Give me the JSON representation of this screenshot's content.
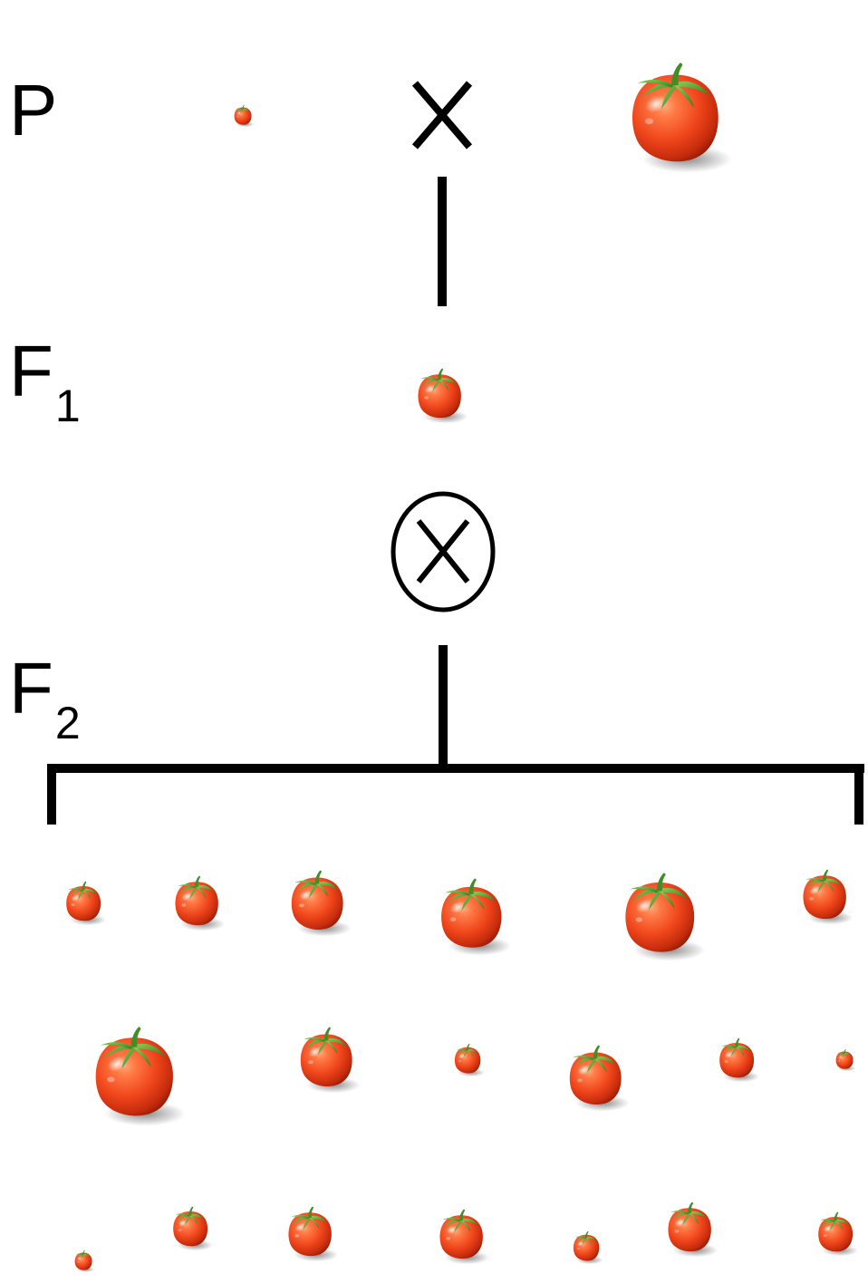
{
  "labels": {
    "parental": {
      "letter": "P",
      "subscript": ""
    },
    "f1": {
      "letter": "F",
      "subscript": "1"
    },
    "f2": {
      "letter": "F",
      "subscript": "2"
    }
  },
  "symbols": {
    "cross": "cross-symbol",
    "selfing": "circled-cross-symbol"
  },
  "colors": {
    "tomato_light": "#ff9a6a",
    "tomato_mid": "#f2471d",
    "tomato_dark": "#a61f08",
    "stem": "#3e9a2c",
    "stem_light": "#7cc44e",
    "lines": "#000000"
  },
  "tomatoes": {
    "parents": [
      {
        "role": "small-parent",
        "relative_size": 1
      },
      {
        "role": "large-parent",
        "relative_size": 5
      }
    ],
    "f1": [
      {
        "role": "f1-offspring",
        "relative_size": 2.5
      }
    ],
    "f2_rows": [
      [
        2,
        2.5,
        3,
        3.5,
        4,
        2.5
      ],
      [
        4.5,
        3,
        1.5,
        3,
        2,
        1
      ],
      [
        1,
        2,
        2.5,
        2.5,
        1.5,
        2.5,
        2
      ]
    ]
  }
}
